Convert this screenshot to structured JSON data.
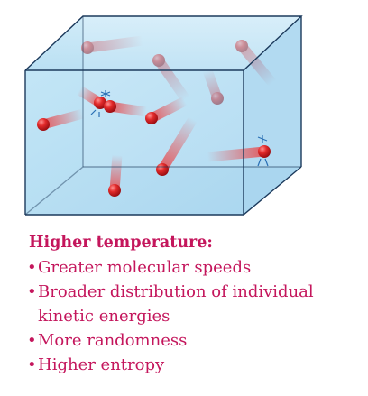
{
  "caption": {
    "heading": "Higher temperature:",
    "bullet_glyph": "•",
    "items": [
      {
        "lines": [
          "Greater molecular speeds"
        ]
      },
      {
        "lines": [
          "Broader distribution of individual",
          "kinetic energies"
        ]
      },
      {
        "lines": [
          "More randomness"
        ]
      },
      {
        "lines": [
          "Higher entropy"
        ]
      }
    ]
  },
  "colors": {
    "heading_text": "#c4165c",
    "box_face": "#9fd3ee",
    "box_edge": "#1c3a5c",
    "molecule": "#d92b2b",
    "motion_trail": "#e4575b"
  }
}
